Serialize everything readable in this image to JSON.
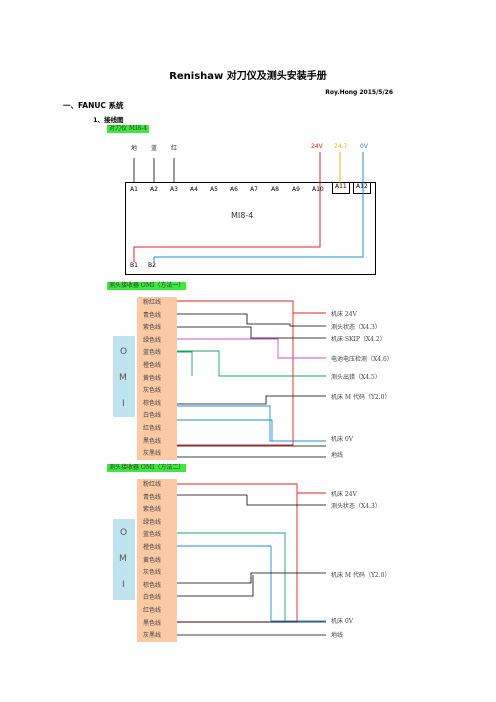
{
  "doc": {
    "title": "Renishaw 对刀仪及测头安装手册",
    "author_date": "Roy.Hong 2015/5/26",
    "section1": "一、FANUC 系统",
    "subsection1": "1、接线图",
    "mi84_label": "对刀仪 MI8-4"
  },
  "mi84": {
    "top_labels": [
      "地",
      "蓝",
      "红"
    ],
    "voltage_labels": [
      "24V",
      "24.7",
      "0V"
    ],
    "pins_top": [
      "A1",
      "A2",
      "A3",
      "A4",
      "A5",
      "A6",
      "A7",
      "A8",
      "A9",
      "A10",
      "A11",
      "A12"
    ],
    "center": "MI8-4",
    "pins_bottom": [
      "B1",
      "B2"
    ]
  },
  "omi1": {
    "title": "测头接收器 OMI（方法一）",
    "side_letters": [
      "O",
      "M",
      "I"
    ],
    "wires": [
      "粉红线",
      "青色线",
      "紫色线",
      "绿色线",
      "蓝色线",
      "橙色线",
      "黄色线",
      "灰色线",
      "棕色线",
      "白色线",
      "红色线",
      "黑色线",
      "灰黑线"
    ],
    "targets": [
      "机床 24V",
      "测头状态（X4.3）",
      "机床 SKIP（X4.2）",
      "电池电压检测（X4.6）",
      "测头出错（X4.5）",
      "机床 M 代码（Y2.0）",
      "机床 0V",
      "地线"
    ]
  },
  "omi2": {
    "title": "测头接收器 OMI（方法二）",
    "side_letters": [
      "O",
      "M",
      "I"
    ],
    "wires": [
      "粉红线",
      "青色线",
      "紫色线",
      "绿色线",
      "蓝色线",
      "橙色线",
      "黄色线",
      "灰色线",
      "棕色线",
      "白色线",
      "红色线",
      "黑色线",
      "灰黑线"
    ],
    "targets": [
      "机床 24V",
      "测头状态（X4.3）",
      "机床 M 代码（Y2.0）",
      "机床 0V",
      "地线"
    ]
  }
}
